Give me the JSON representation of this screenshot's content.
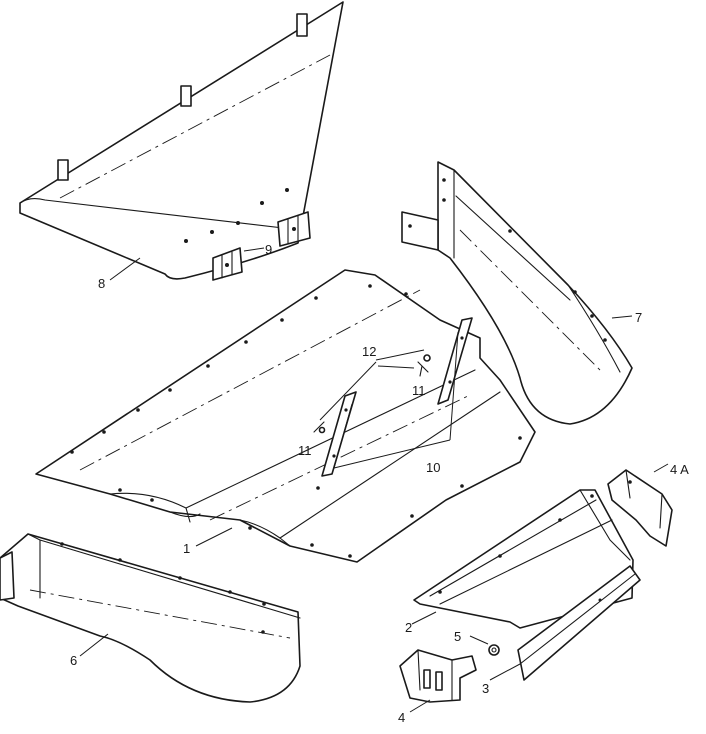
{
  "callouts": {
    "p1": "1",
    "p2": "2",
    "p3": "3",
    "p4": "4",
    "p4a": "4 A",
    "p5": "5",
    "p6": "6",
    "p7": "7",
    "p8": "8",
    "p9": "9",
    "p10": "10",
    "p11a": "11",
    "p11b": "11",
    "p12": "12"
  }
}
